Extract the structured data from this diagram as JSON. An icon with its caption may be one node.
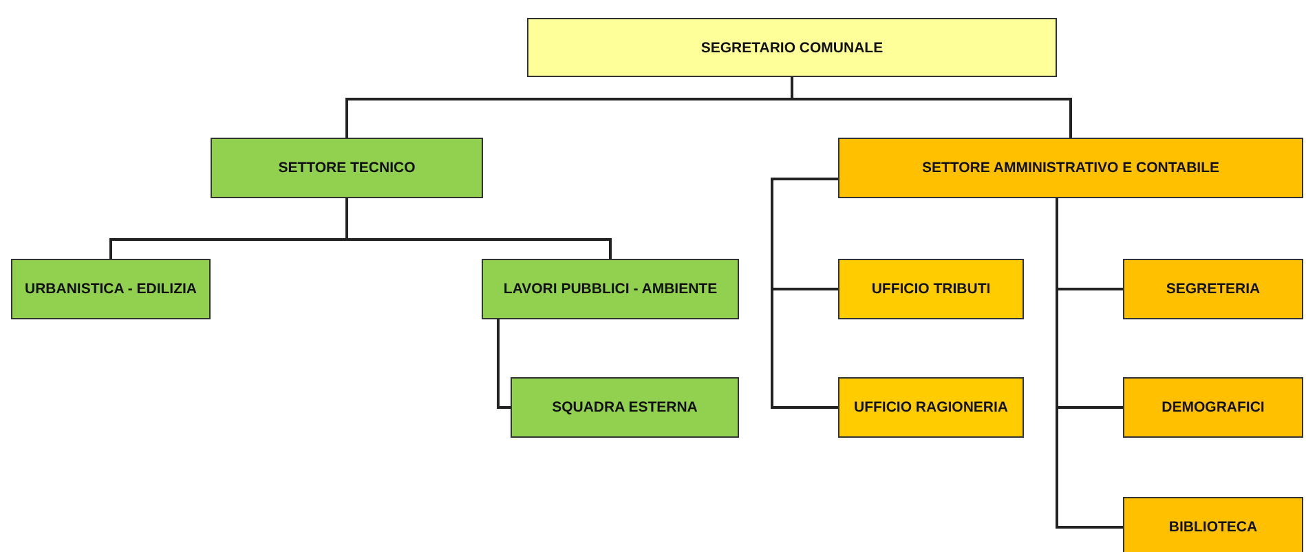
{
  "diagram": {
    "nodes": [
      {
        "text": [
          "SEGRETARIO COMUNALE"
        ]
      },
      {
        "text": [
          "SETTORE TECNICO"
        ]
      },
      {
        "text": [
          "SETTORE AMMINISTRATIVO E CONTABILE"
        ]
      },
      {
        "text": [
          "URBANISTICA - EDILIZIA"
        ]
      },
      {
        "text": [
          "LAVORI PUBBLICI - AMBIENTE"
        ]
      },
      {
        "text": [
          "SQUADRA ESTERNA"
        ]
      },
      {
        "text": [
          "UFFICIO TRIBUTI"
        ]
      },
      {
        "text": [
          "UFFICIO RAGIONERIA"
        ]
      },
      {
        "text": [
          "SEGRETERIA"
        ]
      },
      {
        "text": [
          "DEMOGRAFICI"
        ]
      },
      {
        "text": [
          "BIBLIOTECA"
        ]
      }
    ],
    "edges": [
      {
        "from": 0,
        "to": 1,
        "arrow": "none"
      },
      {
        "from": 0,
        "to": 2,
        "arrow": "none"
      },
      {
        "from": 1,
        "to": 3,
        "arrow": "none"
      },
      {
        "from": 1,
        "to": 4,
        "arrow": "none"
      },
      {
        "from": 4,
        "to": 5,
        "arrow": "none"
      },
      {
        "from": 2,
        "to": 6,
        "arrow": "none"
      },
      {
        "from": 2,
        "to": 7,
        "arrow": "none"
      },
      {
        "from": 2,
        "to": 8,
        "arrow": "none"
      },
      {
        "from": 2,
        "to": 9,
        "arrow": "none"
      },
      {
        "from": 2,
        "to": 10,
        "arrow": "none"
      }
    ]
  }
}
